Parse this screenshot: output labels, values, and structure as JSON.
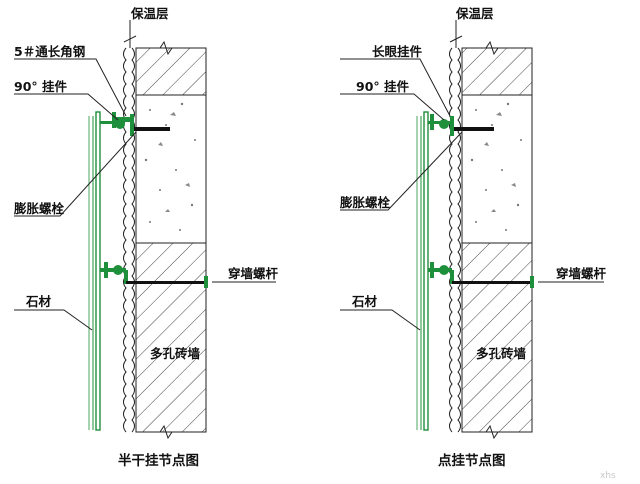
{
  "left": {
    "insulation": "保温层",
    "top_angle": "5＃通长角钢",
    "hanger": "90° 挂件",
    "anchor": "膨胀螺栓",
    "through_bolt": "穿墙螺杆",
    "stone": "石材",
    "wall": "多孔砖墙",
    "caption": "半干挂节点图"
  },
  "right": {
    "insulation": "保温层",
    "top_angle": "长眼挂件",
    "hanger": "90° 挂件",
    "anchor": "膨胀螺栓",
    "through_bolt": "穿墙螺杆",
    "stone": "石材",
    "wall": "多孔砖墙",
    "caption": "点挂节点图"
  },
  "watermark": "xhs",
  "colors": {
    "green": "#1e8f3a",
    "line": "#222222",
    "hatch": "#444444"
  }
}
